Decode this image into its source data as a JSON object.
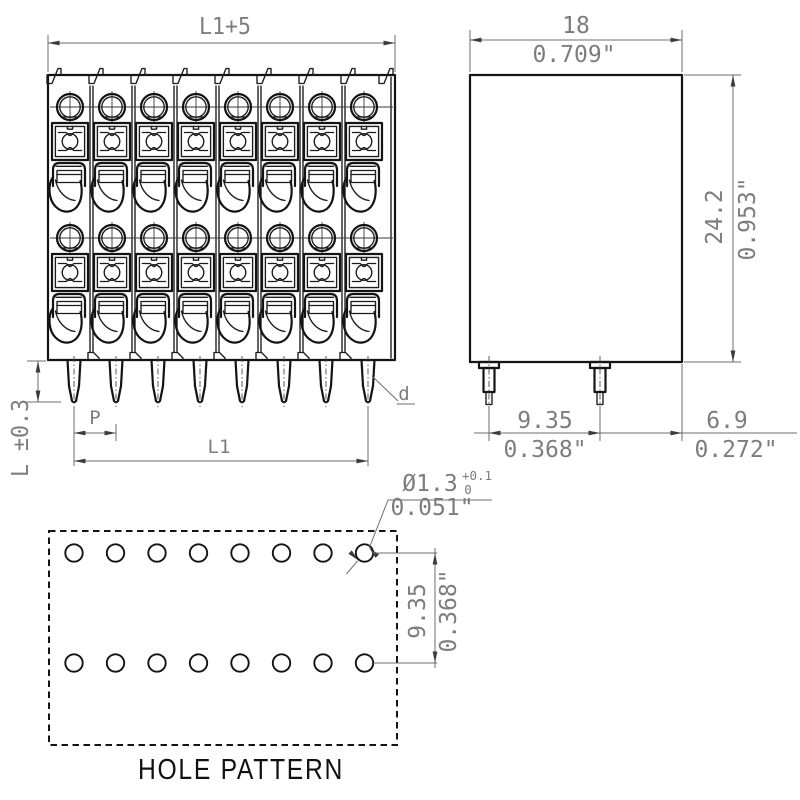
{
  "drawing": {
    "type": "terminal-block technical drawing",
    "views": [
      "front view",
      "side view",
      "hole pattern"
    ],
    "colors": {
      "background": "#ffffff",
      "part_lines": "#141414",
      "dimension_lines": "#6e6e6e",
      "dimension_text": "#7d7d7d",
      "title_text": "#111111"
    }
  },
  "front_view": {
    "positions": 8,
    "dim_overall_width": "L1+5",
    "dim_pin_length": "L ±0.3",
    "dim_pitch": "P",
    "dim_span": "L1",
    "pin_diameter_label": "d"
  },
  "side_view": {
    "dim_depth_mm": "18",
    "dim_depth_in": "0.709\"",
    "dim_height_mm": "24.2",
    "dim_height_in": "0.953\"",
    "dim_pin_spacing_mm": "9.35",
    "dim_pin_spacing_in": "0.368\"",
    "dim_edge_offset_mm": "6.9",
    "dim_edge_offset_in": "0.272\""
  },
  "hole_pattern": {
    "title": "HOLE PATTERN",
    "rows": 2,
    "holes_per_row": 8,
    "dim_hole_diameter": "Ø1.3",
    "dim_hole_tol_plus": "+0.1",
    "dim_hole_tol_minus": "0",
    "dim_hole_diameter_in": "0.051\"",
    "dim_row_spacing_mm": "9.35",
    "dim_row_spacing_in": "0.368\""
  }
}
